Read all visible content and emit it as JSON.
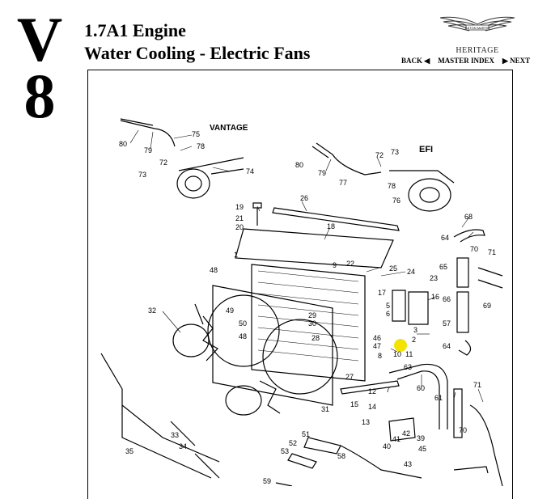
{
  "logo_letters": [
    "V",
    "8"
  ],
  "title": {
    "line1": "1.7A1 Engine",
    "line2": "Water Cooling - Electric Fans"
  },
  "brand": {
    "badge_text": "ASTON MARTIN",
    "heritage": "HERITAGE"
  },
  "nav": {
    "back": "BACK",
    "back_icon": "triangle-left-icon",
    "master_index": "MASTER INDEX",
    "next": "NEXT",
    "next_icon": "triangle-right-icon"
  },
  "diagram": {
    "section_labels": {
      "vantage": "VANTAGE",
      "efi": "EFI"
    },
    "highlight_color": "#f3e400",
    "highlighted_callout": "4",
    "callouts": [
      "80",
      "79",
      "75",
      "78",
      "72",
      "73",
      "74",
      "80",
      "79",
      "77",
      "72",
      "73",
      "78",
      "76",
      "26",
      "19",
      "21",
      "20",
      "18",
      "68",
      "64",
      "70",
      "71",
      "65",
      "66",
      "69",
      "57",
      "1",
      "9",
      "22",
      "25",
      "24",
      "23",
      "48",
      "17",
      "5",
      "6",
      "16",
      "32",
      "49",
      "29",
      "30",
      "50",
      "48",
      "28",
      "46",
      "47",
      "3",
      "2",
      "10",
      "11",
      "8",
      "64",
      "63",
      "60",
      "71",
      "61",
      "70",
      "12",
      "14",
      "13",
      "15",
      "31",
      "27",
      "7",
      "42",
      "39",
      "40",
      "41",
      "45",
      "43",
      "33",
      "34",
      "35",
      "51",
      "52",
      "53",
      "58",
      "59"
    ]
  }
}
